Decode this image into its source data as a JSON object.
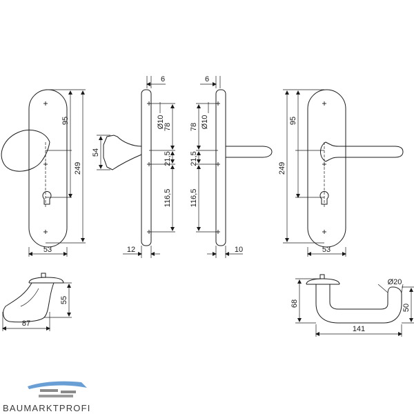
{
  "dimensions": {
    "front_knob": {
      "height_upper": "95",
      "height_total": "249",
      "width": "53"
    },
    "side_knob": {
      "gap_top": "6",
      "dia": "Ø10",
      "upper": "78",
      "knob_height": "54",
      "mid": "21,5",
      "lower": "116,5",
      "thickness": "12"
    },
    "side_lever": {
      "gap_top": "6",
      "dia": "Ø10",
      "upper": "78",
      "mid": "21,5",
      "lower": "116,5",
      "thickness": "10"
    },
    "front_lever": {
      "height_upper": "95",
      "height_total": "249",
      "width": "53"
    },
    "knob_profile": {
      "height": "55",
      "length": "87"
    },
    "lever_profile": {
      "height": "68",
      "rosette": "50",
      "dia": "Ø20",
      "length": "141"
    }
  },
  "logo": {
    "text": "BAUMARKTPROFI"
  },
  "colors": {
    "line": "#1a1a1a",
    "logo_blue": "#6a9fd6",
    "logo_gray": "#8a8a8a"
  }
}
